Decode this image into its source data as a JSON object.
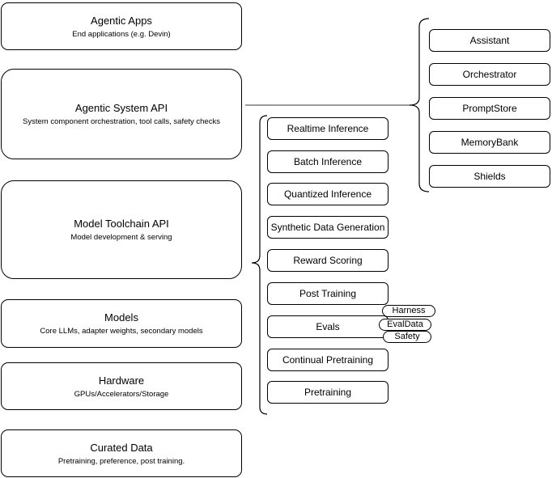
{
  "stack": [
    {
      "title": "Agentic Apps",
      "subtitle": "End applications (e.g. Devin)"
    },
    {
      "title": "Agentic System API",
      "subtitle": "System component orchestration, tool calls, safety checks"
    },
    {
      "title": "Model Toolchain API",
      "subtitle": "Model development & serving"
    },
    {
      "title": "Models",
      "subtitle": "Core LLMs, adapter weights, secondary models"
    },
    {
      "title": "Hardware",
      "subtitle": "GPUs/Accelerators/Storage"
    },
    {
      "title": "Curated Data",
      "subtitle": "Pretraining, preference, post training."
    }
  ],
  "toolchain": {
    "items": [
      "Realtime Inference",
      "Batch Inference",
      "Quantized Inference",
      "Synthetic Data Generation",
      "Reward Scoring",
      "Post Training",
      "Evals",
      "Continual Pretraining",
      "Pretraining"
    ]
  },
  "tags": [
    "Harness",
    "EvalData",
    "Safety"
  ],
  "components": {
    "items": [
      "Assistant",
      "Orchestrator",
      "PromptStore",
      "MemoryBank",
      "Shields"
    ]
  },
  "colors": {
    "stroke": "#000000",
    "fill": "#ffffff",
    "connector": "#7a7a7a",
    "text": "#000000"
  }
}
